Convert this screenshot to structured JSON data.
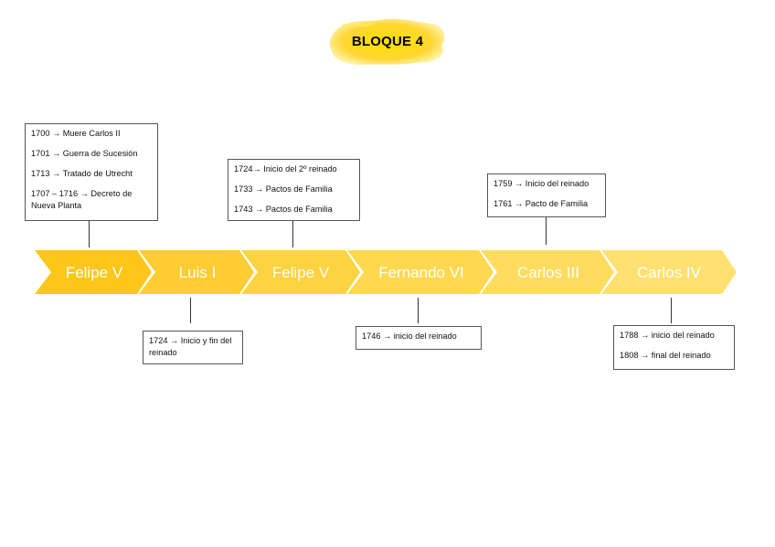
{
  "title": "BLOQUE 4",
  "colors": {
    "title_blob": "#ffd633",
    "chevrons": [
      "#ffc61a",
      "#ffcc33",
      "#ffd23f",
      "#ffd84f",
      "#ffdc5e",
      "#ffe070"
    ]
  },
  "reigns": [
    {
      "name": "Felipe V"
    },
    {
      "name": "Luis I"
    },
    {
      "name": "Felipe V"
    },
    {
      "name": "Fernando VI"
    },
    {
      "name": "Carlos III"
    },
    {
      "name": "Carlos IV"
    }
  ],
  "events": {
    "felipe_v_1": [
      "1700 → Muere Carlos II",
      "1701 → Guerra de Sucesión",
      "1713 → Tratado de Utrecht",
      "1707 – 1716 → Decreto de Nueva Planta"
    ],
    "luis_i": [
      "1724 → Inicio y fin del reinado"
    ],
    "felipe_v_2": [
      "1724→ Inicio del 2º reinado",
      "1733 → Pactos de Familia",
      "1743 → Pactos de Familia"
    ],
    "fernando_vi": [
      "1746 → inicio del reinado"
    ],
    "carlos_iii": [
      "1759 → Inicio del reinado",
      "1761 → Pacto de Familia"
    ],
    "carlos_iv": [
      "1788 → inicio del reinado",
      "1808 → final del reinado"
    ]
  }
}
